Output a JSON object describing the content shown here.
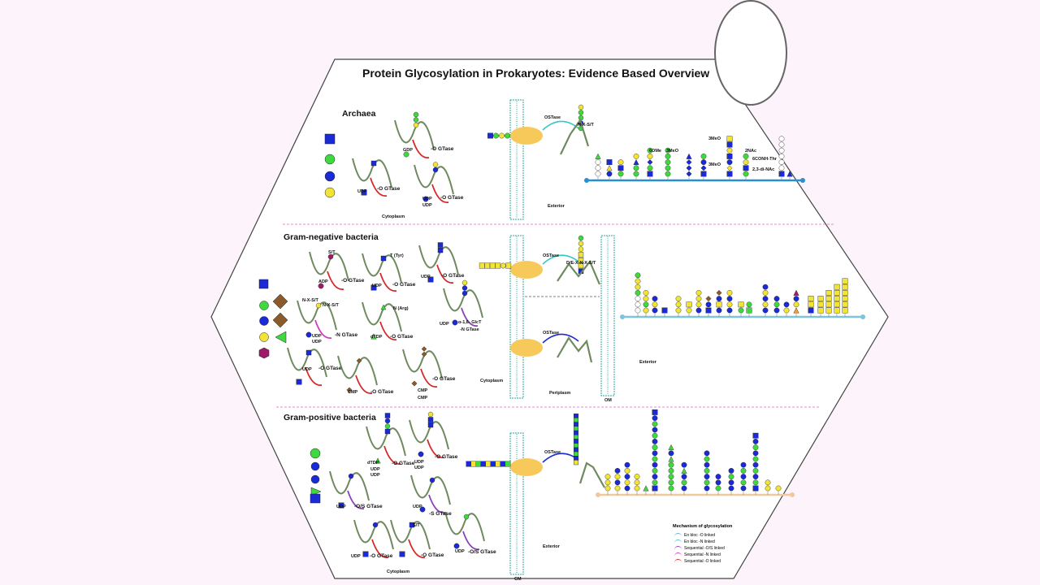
{
  "title": "Protein Glycosylation in Prokaryotes: Evidence Based Overview",
  "sections": {
    "archaea": "Archaea",
    "gram_negative": "Gram-negative bacteria",
    "gram_positive": "Gram-positive bacteria"
  },
  "compartments": {
    "cytoplasm": "Cytoplasm",
    "exterior": "Exterior",
    "periplasm": "Periplasm",
    "om": "OM",
    "cm": "CM"
  },
  "enzymes": {
    "o_gtase": "-O GTase",
    "n_gtase": "-N GTase",
    "os_gtase": "-O/S GTase",
    "s_gtase": "-S GTase",
    "ostase": "OSTase",
    "gt": "α-1,6- GlcT"
  },
  "nucleotides": {
    "udp": "UDP",
    "gdp": "GDP",
    "adp": "ADP",
    "dtdp": "dTDP",
    "cmp": "CMP"
  },
  "sites": {
    "nxst": "N-X-S/T",
    "st": "S/T",
    "tyr": "T (Tyr)",
    "arg": "N (Arg)",
    "doeinxst": "D/E-X-N-X-S/T"
  },
  "mods": {
    "omes": "6OMe",
    "meo3": "3MeO",
    "diac": "2,3-di-NAc",
    "nac": "2NAc",
    "gln": "6CONH-Thr"
  },
  "legend": {
    "title": "Mechanism of glycosylation",
    "items": [
      {
        "label": "En bloc -O linked",
        "color": "#6fa3d8"
      },
      {
        "label": "En bloc -N linked",
        "color": "#39c6c6"
      },
      {
        "label": "Sequential -O/S linked",
        "color": "#8a3fb8"
      },
      {
        "label": "Sequential -N linked",
        "color": "#d636c4"
      },
      {
        "label": "Sequential -O linked",
        "color": "#d62828"
      }
    ]
  },
  "colors": {
    "background": "#fdf3fb",
    "divider": "#e88ad0",
    "membrane": "#2aa8a0",
    "protein": "#6f8a5e",
    "glcnac_blue": "#1a2ad6",
    "glc_green": "#3fd93f",
    "gal_yellow": "#f2e436",
    "ostase_orange": "#f7c95a"
  }
}
